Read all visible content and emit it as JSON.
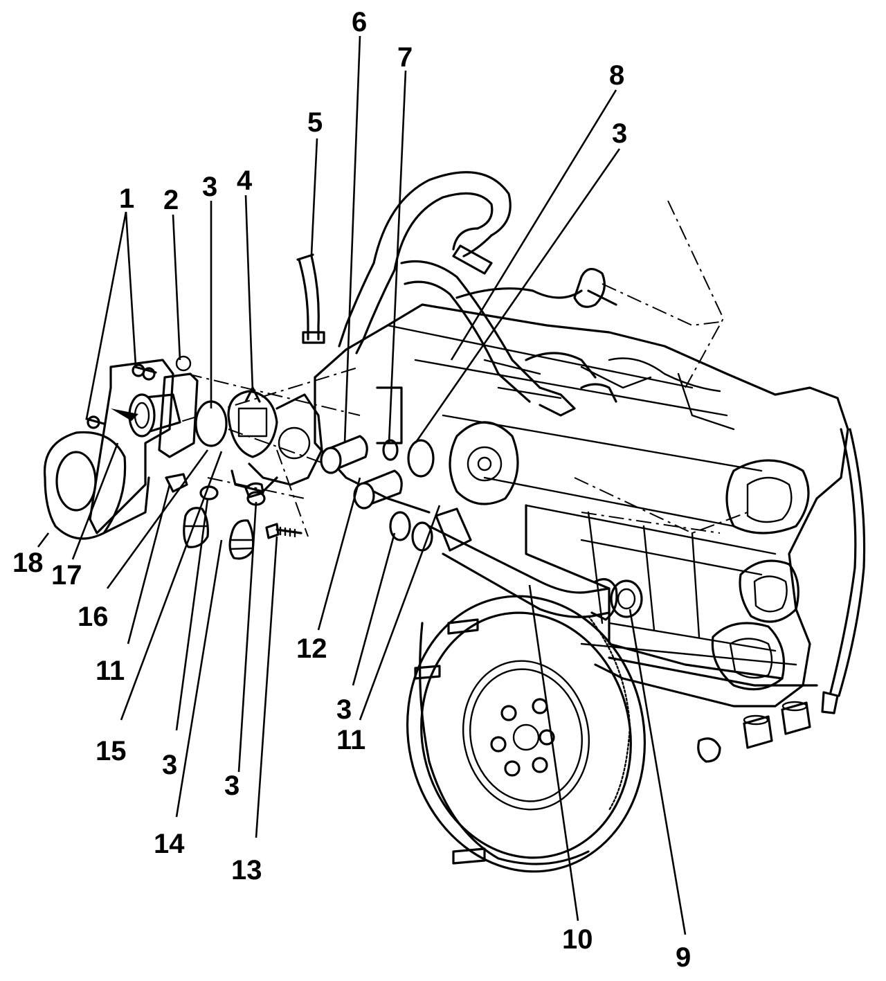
{
  "callouts": {
    "c1": "1",
    "c2": "2",
    "c3a": "3",
    "c4": "4",
    "c5": "5",
    "c6": "6",
    "c7": "7",
    "c8": "8",
    "c3b": "3",
    "c18": "18",
    "c17": "17",
    "c16": "16",
    "c11a": "11",
    "c12": "12",
    "c3c": "3",
    "c15": "15",
    "c3d": "3",
    "c14": "14",
    "c3e": "3",
    "c13": "13",
    "c11b": "11",
    "c10": "10",
    "c9": "9"
  }
}
